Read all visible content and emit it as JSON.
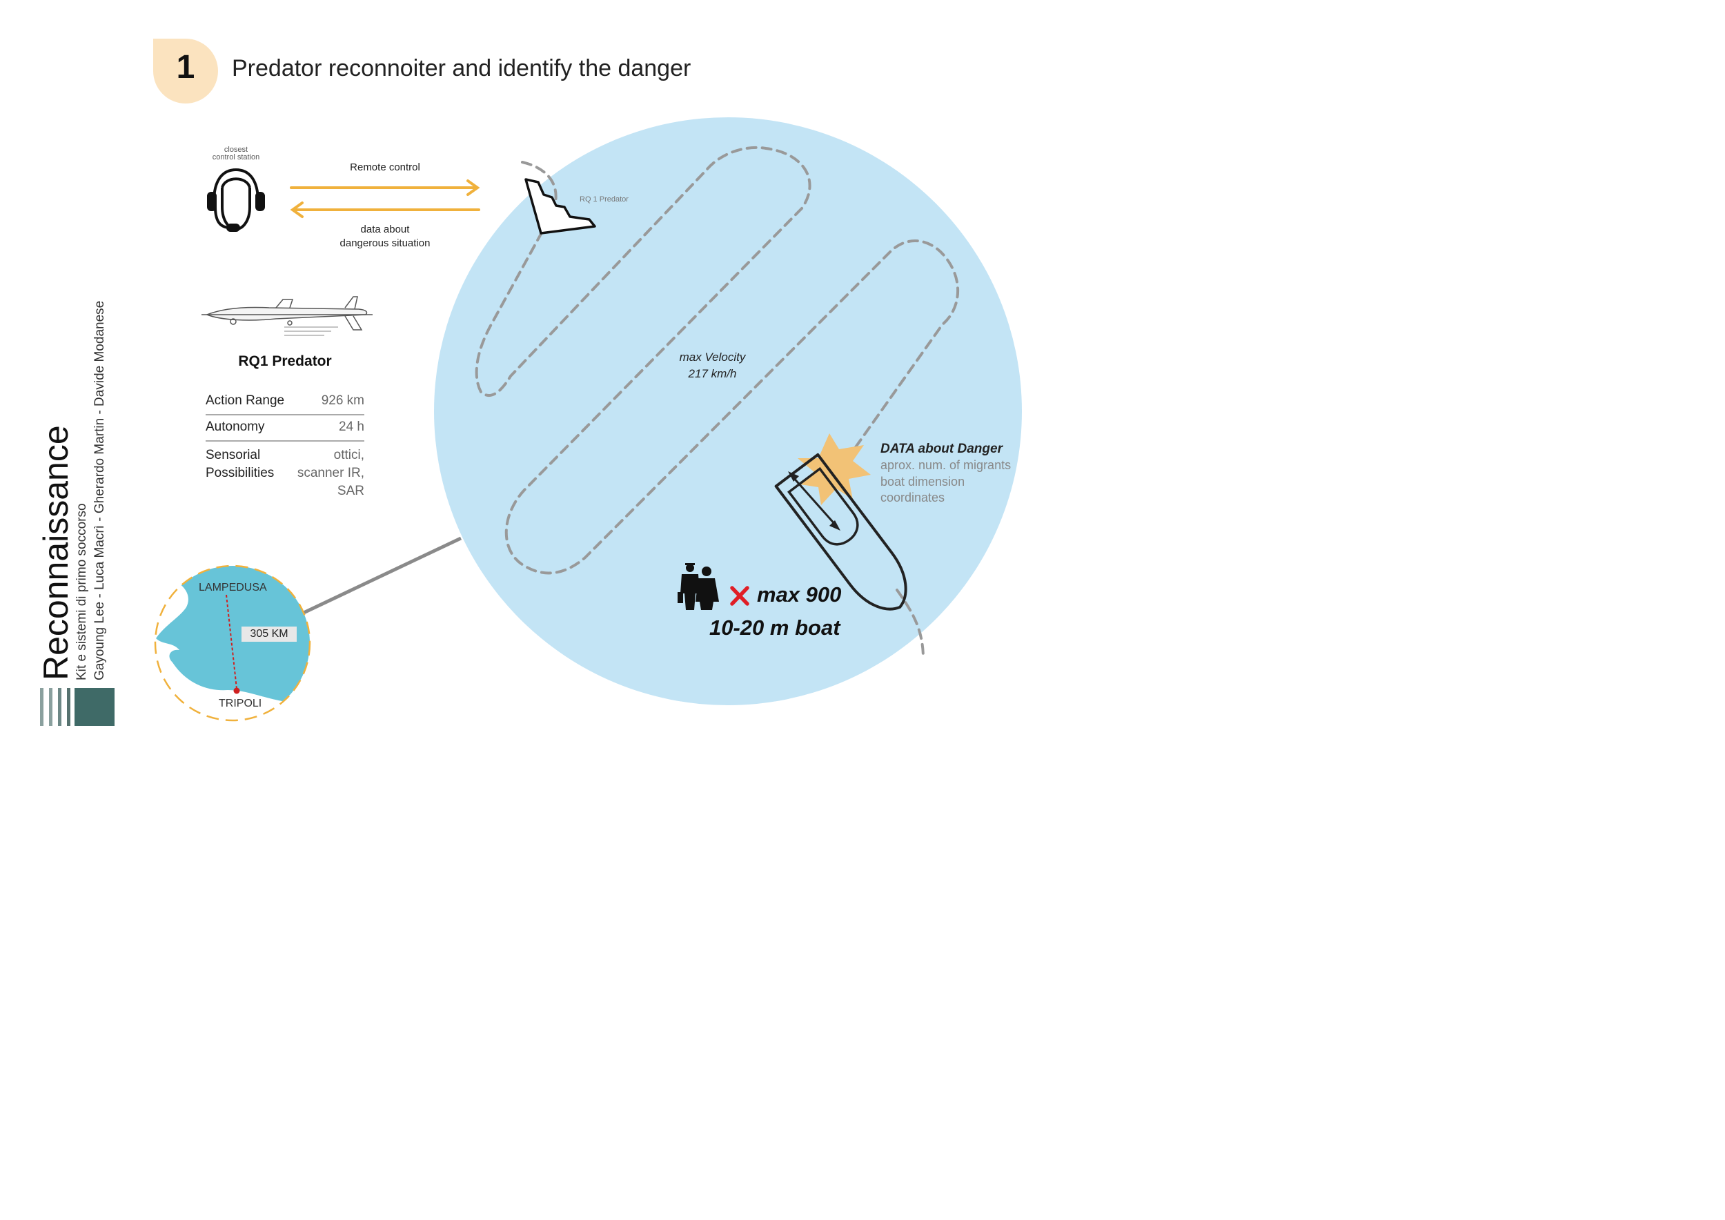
{
  "step": {
    "number": "1",
    "title": "Predator reconnoiter and identify the danger"
  },
  "control_station": {
    "label_line1": "closest",
    "label_line2": "control station"
  },
  "arrows": {
    "remote_control": "Remote control",
    "data_line1": "data about",
    "data_line2": "dangerous situation"
  },
  "drone": {
    "label": "RQ 1 Predator",
    "name": "RQ1 Predator",
    "specs": [
      {
        "key": "Action Range",
        "value": "926 km"
      },
      {
        "key": "Autonomy",
        "value": "24 h"
      },
      {
        "key_lines": [
          "Sensorial",
          "Possibilities"
        ],
        "value_lines": [
          "ottici,",
          "scanner IR,",
          "SAR"
        ]
      }
    ],
    "velocity_line1": "max  Velocity",
    "velocity_line2": "217 km/h"
  },
  "danger": {
    "title": "DATA about Danger",
    "items": [
      "aprox. num. of migrants",
      "boat dimension",
      "coordinates"
    ]
  },
  "capacity": {
    "max": "max 900",
    "boat": "10-20 m boat"
  },
  "map": {
    "from": "LAMPEDUSA",
    "to": "TRIPOLI",
    "distance": "305 KM"
  },
  "sidebar": {
    "title": "Reconnaissance",
    "subtitle": "Kit e sistemi di primo soccorso",
    "authors": "Gayoung Lee - Luca Macrì - Gherardo Martin - Davide Modanese"
  },
  "colors": {
    "badge": "#fbe3bf",
    "arrow": "#f0b13c",
    "big_circle": "#c3e4f5",
    "map_sea": "#67c4d8",
    "map_ring": "#f0b13c",
    "path": "#999999",
    "star": "#f2c276",
    "cross": "#e01e26",
    "bars": "#3f6a67"
  }
}
